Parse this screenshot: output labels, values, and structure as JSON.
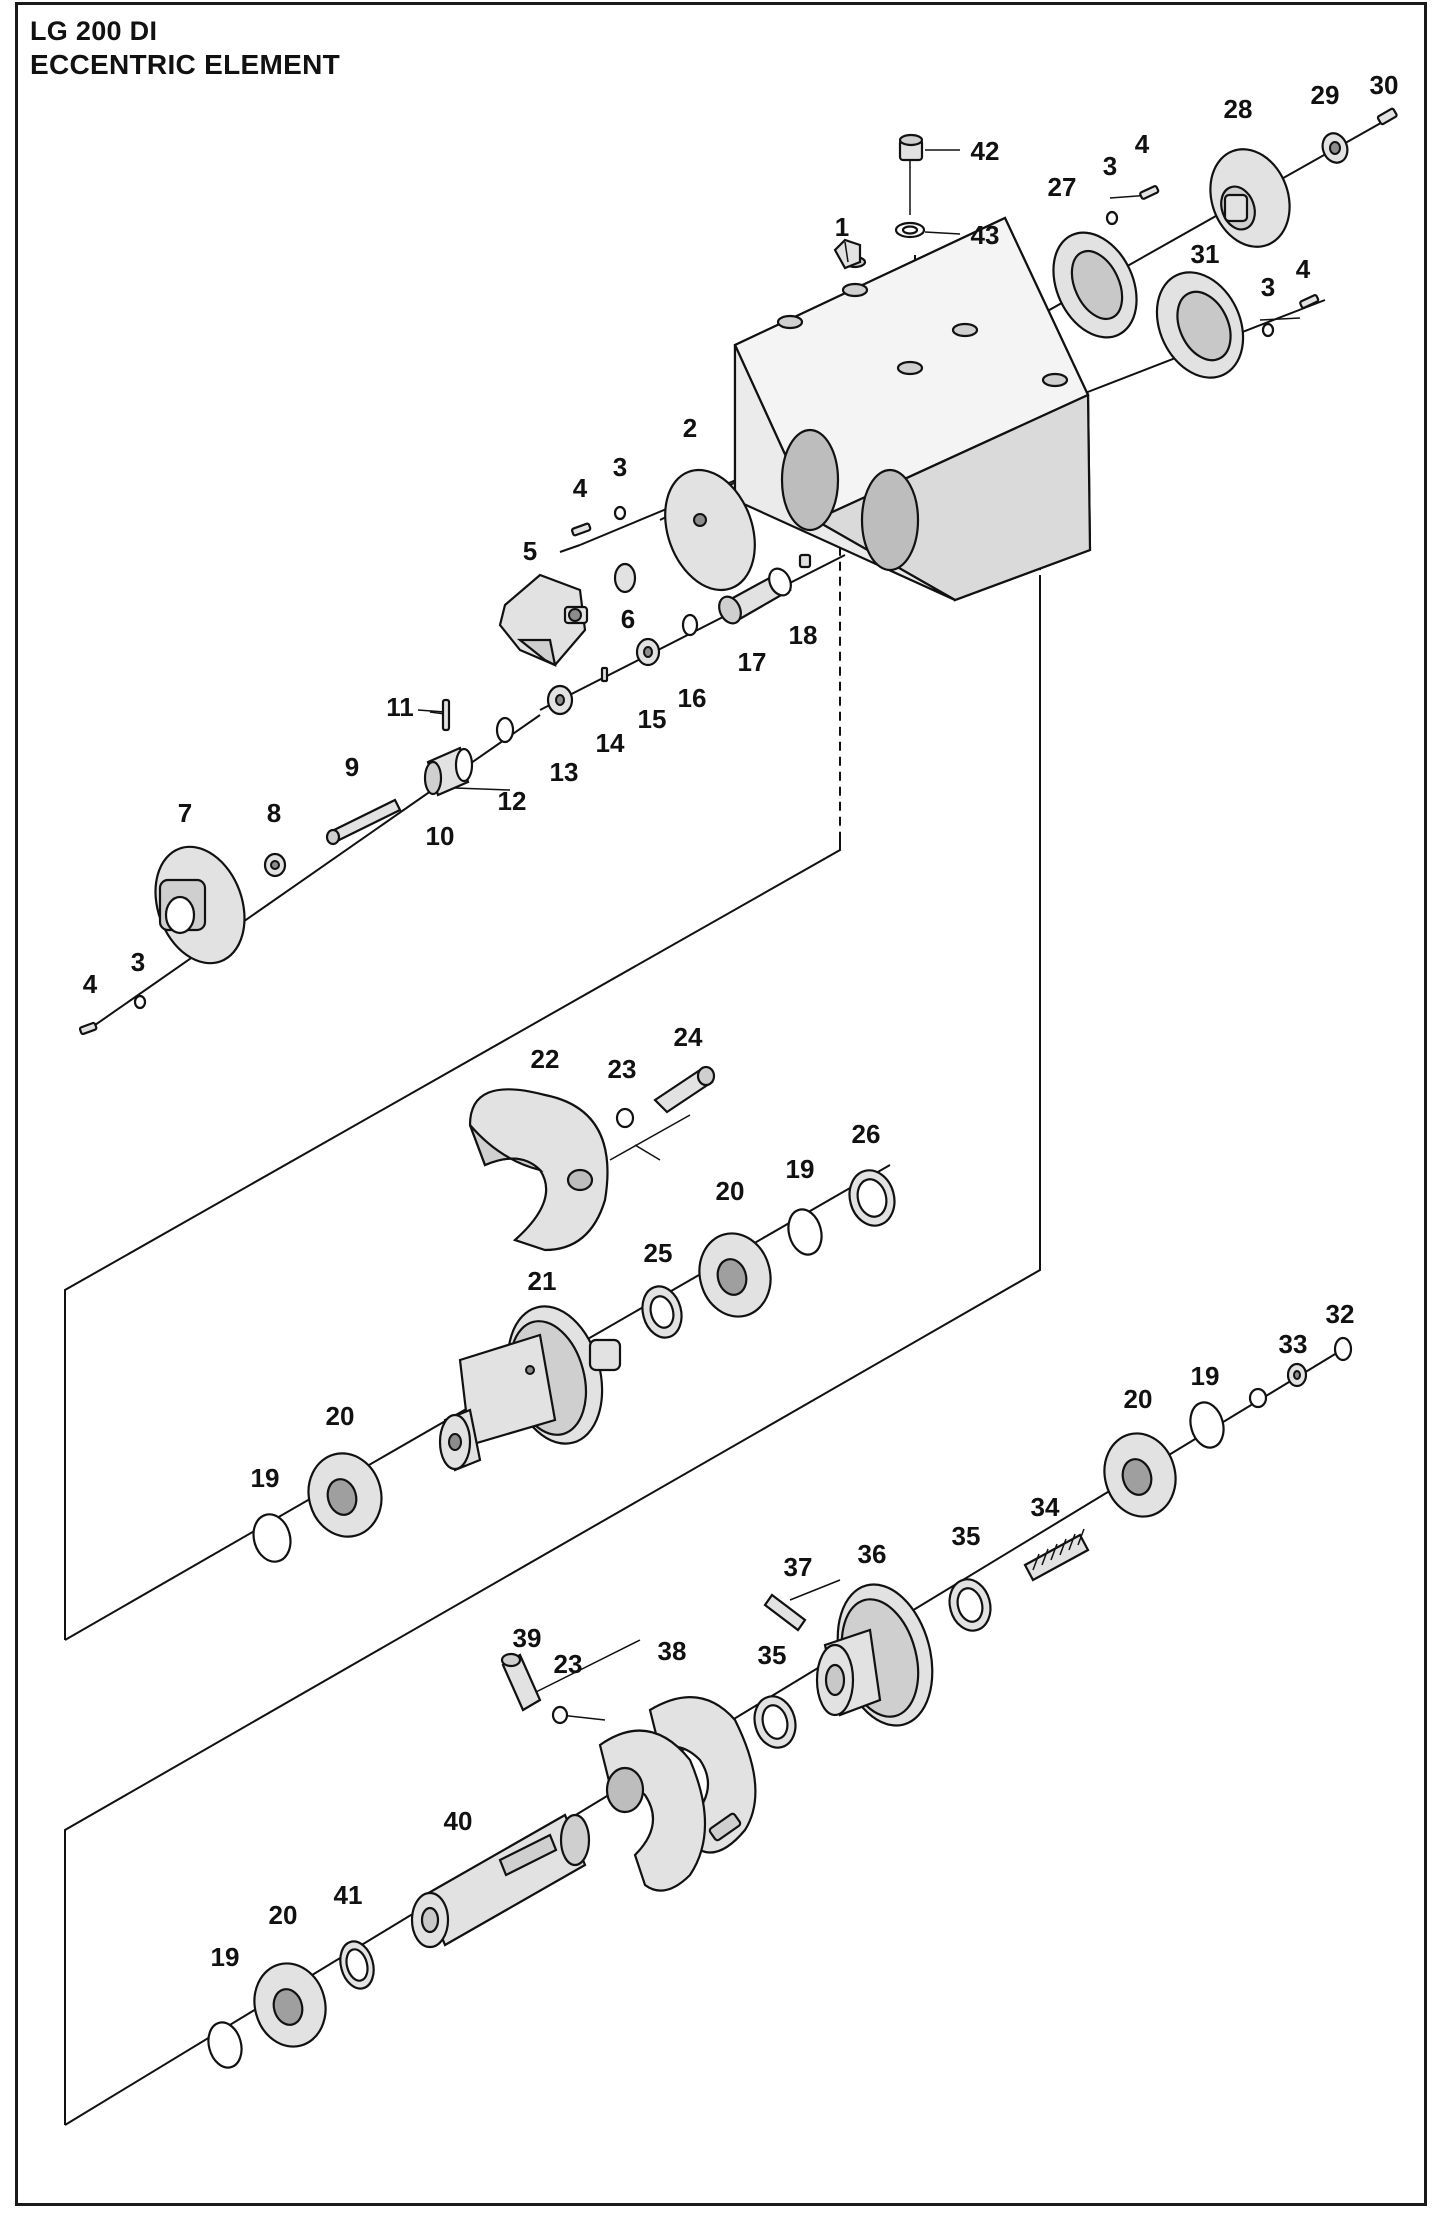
{
  "header": {
    "model": "LG 200 DI",
    "section": "ECCENTRIC ELEMENT"
  },
  "callouts": [
    "1",
    "2",
    "3",
    "4",
    "5",
    "6",
    "7",
    "8",
    "9",
    "10",
    "11",
    "12",
    "13",
    "14",
    "15",
    "16",
    "17",
    "18",
    "19",
    "20",
    "21",
    "22",
    "23",
    "24",
    "25",
    "26",
    "27",
    "28",
    "29",
    "30",
    "31",
    "32",
    "33",
    "34",
    "35",
    "36",
    "37",
    "38",
    "39",
    "40",
    "41",
    "42",
    "43"
  ]
}
